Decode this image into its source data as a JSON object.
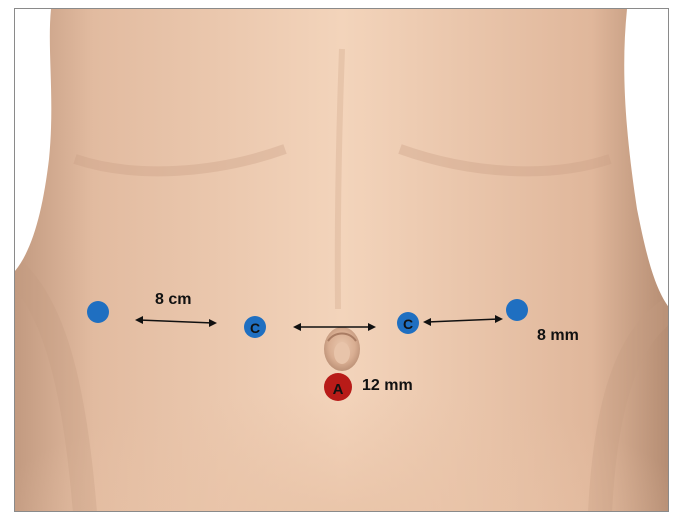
{
  "colors": {
    "skin_light": "#f0cfb4",
    "skin_mid": "#ddb295",
    "skin_shadow": "#b99178",
    "port_blue": "#1f6fc1",
    "port_red": "#b81b18",
    "arrow": "#111111"
  },
  "labels": {
    "spacing": "8 cm",
    "lateral_port_size": "8 mm",
    "umbilical_port_size": "12 mm"
  },
  "ports": {
    "camera_left_letter": "C",
    "camera_right_letter": "C",
    "umbilical_letter": "A"
  }
}
